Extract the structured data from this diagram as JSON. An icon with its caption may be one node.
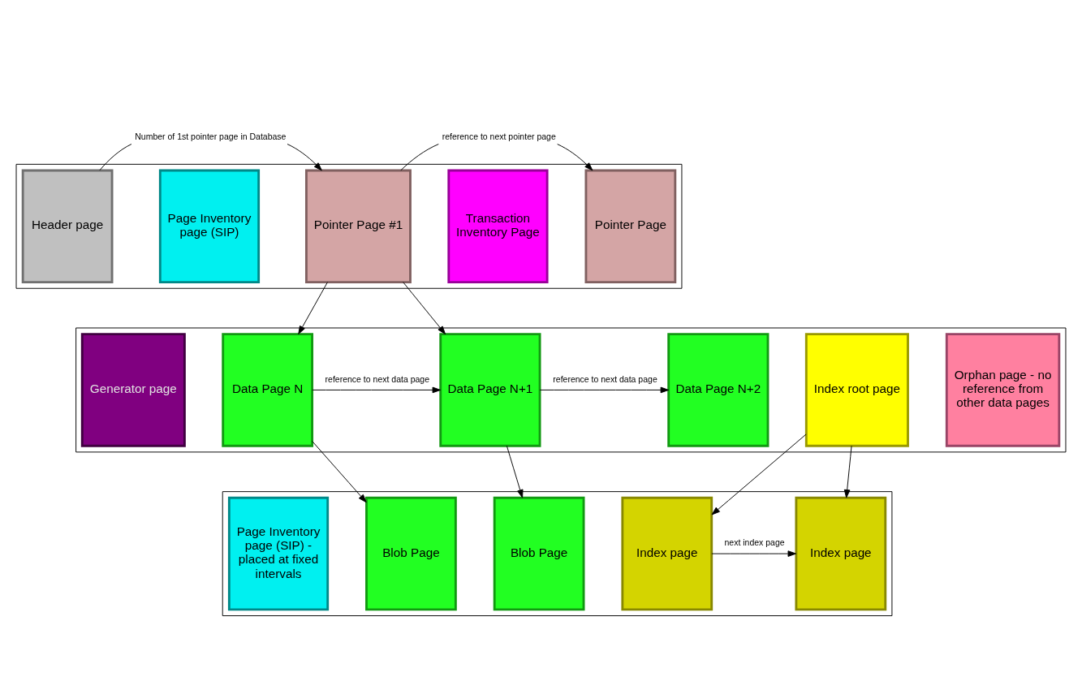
{
  "diagram": {
    "nodes": [
      {
        "text": [],
        "shape": "band"
      },
      {
        "text": [
          "Header page"
        ],
        "in": 0
      },
      {
        "text": [
          "Page Inventory page (SIP)"
        ],
        "in": 0
      },
      {
        "text": [
          "Pointer Page #1"
        ],
        "in": 0
      },
      {
        "text": [
          "Transaction Inventory Page"
        ],
        "in": 0
      },
      {
        "text": [
          "Pointer Page"
        ],
        "in": 0
      },
      {
        "text": [],
        "shape": "band"
      },
      {
        "text": [
          "Generator page"
        ],
        "in": 6
      },
      {
        "text": [
          "Data Page N"
        ],
        "in": 6
      },
      {
        "text": [
          "Data Page N+1"
        ],
        "in": 6
      },
      {
        "text": [
          "Data Page N+2"
        ],
        "in": 6
      },
      {
        "text": [
          "Index root page"
        ],
        "in": 6
      },
      {
        "text": [
          "Orphan page - no reference from other data pages"
        ],
        "in": 6
      },
      {
        "text": [],
        "shape": "band"
      },
      {
        "text": [
          "Page Inventory page (SIP) - placed at fixed intervals"
        ],
        "in": 13
      },
      {
        "text": [
          "Blob Page"
        ],
        "in": 13
      },
      {
        "text": [
          "Blob Page"
        ],
        "in": 13
      },
      {
        "text": [
          "Index page"
        ],
        "in": 13
      },
      {
        "text": [
          "Index page"
        ],
        "in": 13
      }
    ],
    "edges": [
      {
        "from": 1,
        "to": 3,
        "arrow": "to",
        "label": "Number of 1st pointer page in Database"
      },
      {
        "from": 3,
        "to": 5,
        "arrow": "to",
        "label": "reference to next pointer page"
      },
      {
        "from": 3,
        "to": 8,
        "arrow": "to"
      },
      {
        "from": 3,
        "to": 9,
        "arrow": "to"
      },
      {
        "from": 8,
        "to": 9,
        "arrow": "to",
        "label": "reference to next data page"
      },
      {
        "from": 9,
        "to": 10,
        "arrow": "to",
        "label": "reference to next data page"
      },
      {
        "from": 8,
        "to": 15,
        "arrow": "to"
      },
      {
        "from": 9,
        "to": 16,
        "arrow": "to"
      },
      {
        "from": 11,
        "to": 17,
        "arrow": "to"
      },
      {
        "from": 11,
        "to": 18,
        "arrow": "to"
      },
      {
        "from": 17,
        "to": 18,
        "arrow": "to",
        "label": "next index page"
      }
    ]
  }
}
